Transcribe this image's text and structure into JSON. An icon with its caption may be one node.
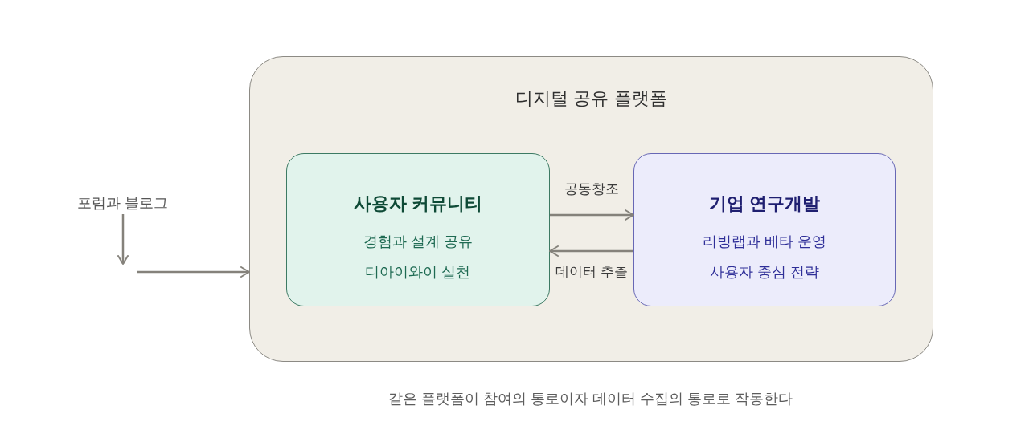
{
  "diagram": {
    "caption": "같은 플랫폼이 참여의 통로이자 데이터 수집의 통로로 작동한다",
    "nodes": [
      {
        "text": [
          "포럼과 블로그"
        ]
      },
      {
        "text": [
          "디지털 공유 플랫폼"
        ]
      },
      {
        "text": [
          "사용자 커뮤니티",
          "경험과 설계 공유",
          "디아이와이 실천"
        ],
        "in": 1
      },
      {
        "text": [
          "기업 연구개발",
          "리빙랩과 베타 운영",
          "사용자 중심 전략"
        ],
        "in": 1
      }
    ],
    "edges": [
      {
        "from": 0,
        "to": null,
        "arrow": "to"
      },
      {
        "from": null,
        "to": 1,
        "arrow": "to"
      },
      {
        "from": 2,
        "to": 3,
        "arrow": "to",
        "label": "공동창조"
      },
      {
        "from": 3,
        "to": 2,
        "arrow": "to",
        "label": "데이터 추출"
      }
    ]
  }
}
